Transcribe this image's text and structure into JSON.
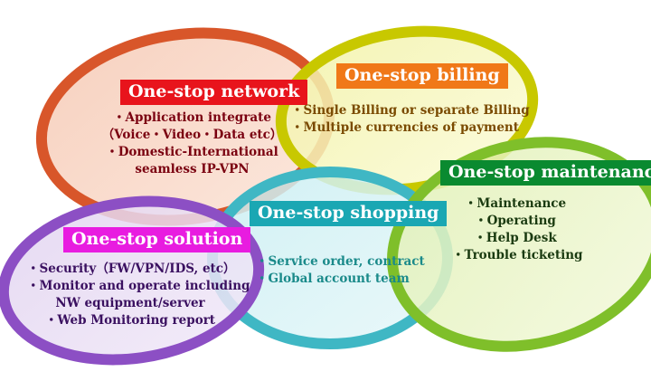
{
  "colors": {
    "network": "#d8562a",
    "billing": "#c8c800",
    "shopping": "#3fb7c4",
    "maintenance": "#7fbf2a",
    "solution": "#8c4fc4"
  },
  "network": {
    "title": "One-stop network",
    "items": [
      "・Application integrate",
      "（Voice・Video・Data etc）",
      "・Domestic-International",
      "seamless IP-VPN"
    ]
  },
  "billing": {
    "title": "One-stop billing",
    "items": [
      "・Single Billing or separate Billing",
      "・Multiple currencies of payment"
    ]
  },
  "maintenance": {
    "title": "One-stop maintenance",
    "items": [
      "・Maintenance",
      "・Operating",
      "・Help Desk",
      "・Trouble ticketing"
    ]
  },
  "shopping": {
    "title": "One-stop shopping",
    "items": [
      "・Service order, contract",
      "・Global account team"
    ]
  },
  "solution": {
    "title": "One-stop solution",
    "items": [
      "・Security（FW/VPN/IDS, etc）",
      "・Monitor and operate including",
      "NW equipment/server",
      "・Web Monitoring report"
    ]
  }
}
